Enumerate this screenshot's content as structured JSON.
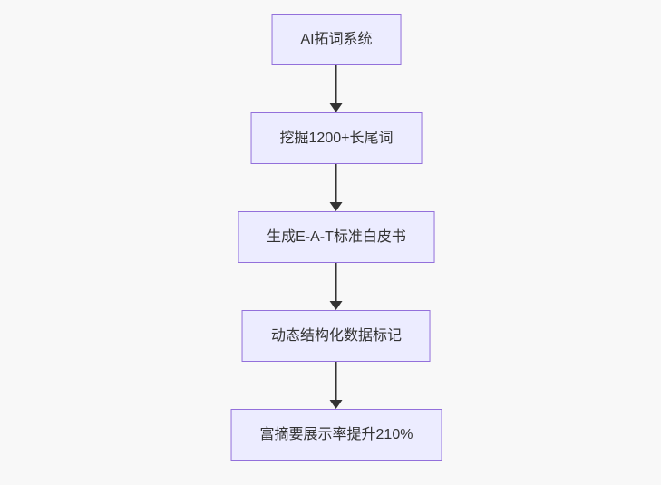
{
  "diagram": {
    "type": "flowchart",
    "direction": "top-to-bottom",
    "nodes": [
      {
        "label": "AI拓词系统"
      },
      {
        "label": "挖掘1200+长尾词"
      },
      {
        "label": "生成E-A-T标准白皮书"
      },
      {
        "label": "动态结构化数据标记"
      },
      {
        "label": "富摘要展示率提升210%"
      }
    ],
    "edges": [
      {
        "from": "AI拓词系统",
        "to": "挖掘1200+长尾词"
      },
      {
        "from": "挖掘1200+长尾词",
        "to": "生成E-A-T标准白皮书"
      },
      {
        "from": "生成E-A-T标准白皮书",
        "to": "动态结构化数据标记"
      },
      {
        "from": "动态结构化数据标记",
        "to": "富摘要展示率提升210%"
      }
    ],
    "colors": {
      "background": "#f8f8f8",
      "node_fill": "#ECECFF",
      "node_border": "#9370DB",
      "arrow": "#333333",
      "text": "#333333"
    }
  }
}
